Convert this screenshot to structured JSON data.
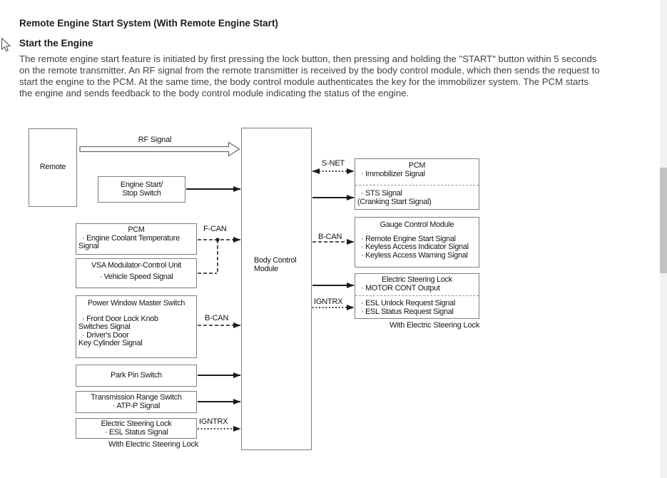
{
  "header": {
    "title": "Remote Engine Start System (With Remote Engine Start)",
    "subtitle": "Start the Engine",
    "paragraph_lines": [
      "The remote engine start feature is initiated by first pressing the lock button, then pressing and holding the \"START\" button within 5 seconds",
      "on the remote transmitter. An RF signal from the remote transmitter is received by the body control module, which then sends the request to",
      "start the engine to the PCM. At the same time, the body control module authenticates the key for the immobilizer system. The PCM starts",
      "the engine and sends feedback to the body control module indicating the status of the engine."
    ]
  },
  "diagram": {
    "remote": {
      "lines": [
        "Remote"
      ]
    },
    "rf_label": "RF Signal",
    "engine_start_stop": {
      "lines": [
        "Engine Start/",
        "Stop Switch"
      ]
    },
    "pcm_left": {
      "lines": [
        "PCM",
        "· Engine Coolant Temperature",
        "Signal"
      ]
    },
    "f_can_label": "F-CAN",
    "vsa": {
      "lines": [
        "VSA Modulator-Control Unit",
        "· Vehicle Speed Signal"
      ]
    },
    "power_window_master_switch": {
      "lines": [
        "Power Window Master Switch",
        "· Front Door Lock Knob",
        "Switches Signal",
        "· Driver's Door",
        "Key Cylinder Signal"
      ]
    },
    "b_can_left_label": "B-CAN",
    "park_pin_switch": {
      "lines": [
        "Park Pin Switch"
      ]
    },
    "transmission_range_switch": {
      "lines": [
        "Transmission Range Switch",
        "· ATP-P Signal"
      ]
    },
    "electric_steering_lock_left": {
      "lines": [
        "Electric Steering Lock",
        "· ESL Status Signal"
      ]
    },
    "igntrx_left_label": "IGNTRX",
    "caption_left": "With Electric Steering Lock",
    "body_control_module": {
      "lines": [
        "Body Control",
        "Module"
      ]
    },
    "s_net_label": "S-NET",
    "pcm_right": {
      "top_lines": [
        "PCM",
        "· Immobilizer Signal"
      ],
      "bottom_lines": [
        "· STS Signal",
        "(Cranking Start Signal)"
      ]
    },
    "b_can_right_label": "B-CAN",
    "gauge_control_module": {
      "lines": [
        "Gauge Control Module",
        "· Remote Engine Start Signal",
        "· Keyless Access Indicator Signal",
        "· Keyless Access Warning Signal"
      ]
    },
    "electric_steering_lock_right": {
      "top_lines": [
        "Electric Steering Lock",
        "· MOTOR CONT Output"
      ],
      "bottom_lines": [
        "· ESL Unlock Request Signal",
        "· ESL Status Request Signal"
      ]
    },
    "igntrx_right_label": "IGNTRX",
    "caption_right": "With Electric Steering Lock"
  },
  "colors": {
    "box_border": "#7d7d7d",
    "connector_line": "#1b1b1b",
    "scrollbar_track": "#f1f1f1",
    "scrollbar_thumb": "#c2c2c2"
  }
}
